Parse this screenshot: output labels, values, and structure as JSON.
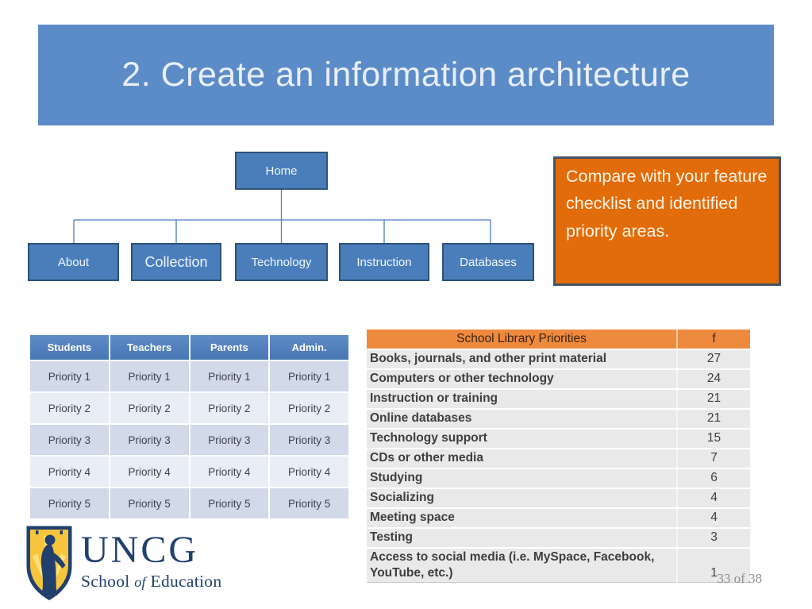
{
  "slide": {
    "title": "2. Create an information architecture",
    "page_number": "33 of 38"
  },
  "sitemap": {
    "root": "Home",
    "children": [
      "About",
      "Collection",
      "Technology",
      "Instruction",
      "Databases"
    ]
  },
  "callout": {
    "text": "Compare with your feature checklist and identified priority areas."
  },
  "priority_table": {
    "headers": [
      "Students",
      "Teachers",
      "Parents",
      "Admin."
    ],
    "rows": [
      [
        "Priority 1",
        "Priority 1",
        "Priority 1",
        "Priority 1"
      ],
      [
        "Priority 2",
        "Priority 2",
        "Priority 2",
        "Priority 2"
      ],
      [
        "Priority 3",
        "Priority 3",
        "Priority 3",
        "Priority 3"
      ],
      [
        "Priority 4",
        "Priority 4",
        "Priority 4",
        "Priority 4"
      ],
      [
        "Priority 5",
        "Priority 5",
        "Priority 5",
        "Priority 5"
      ]
    ]
  },
  "library_table": {
    "title": "School Library Priorities",
    "freq_header": "f",
    "rows": [
      {
        "label": "Books, journals, and other print material",
        "value": "27"
      },
      {
        "label": "Computers or other technology",
        "value": "24"
      },
      {
        "label": "Instruction or training",
        "value": "21"
      },
      {
        "label": "Online databases",
        "value": "21"
      },
      {
        "label": "Technology support",
        "value": "15"
      },
      {
        "label": "CDs or other media",
        "value": "7"
      },
      {
        "label": "Studying",
        "value": "6"
      },
      {
        "label": "Socializing",
        "value": "4"
      },
      {
        "label": "Meeting space",
        "value": "4"
      },
      {
        "label": "Testing",
        "value": "3"
      },
      {
        "label": "Access to social media (i.e. MySpace, Facebook, YouTube, etc.)",
        "value": "1"
      }
    ]
  },
  "logo": {
    "acronym": "UNCG",
    "school_prefix": "School",
    "school_of": "of",
    "school_suffix": "Education"
  },
  "colors": {
    "title_bar_blue": "#5b8cc8",
    "node_blue": "#4a7ebb",
    "node_border": "#2e5379",
    "callout_orange": "#e36c0a",
    "callout_border": "#44546a",
    "table_header_blue": "#4d7ebe",
    "band_dark": "#d2d9e8",
    "band_light": "#e9edf5",
    "library_header_orange": "#ee8a3e",
    "library_row_gray": "#e9e9e9",
    "uncg_navy": "#21406e",
    "uncg_gold": "#f7c53c"
  }
}
